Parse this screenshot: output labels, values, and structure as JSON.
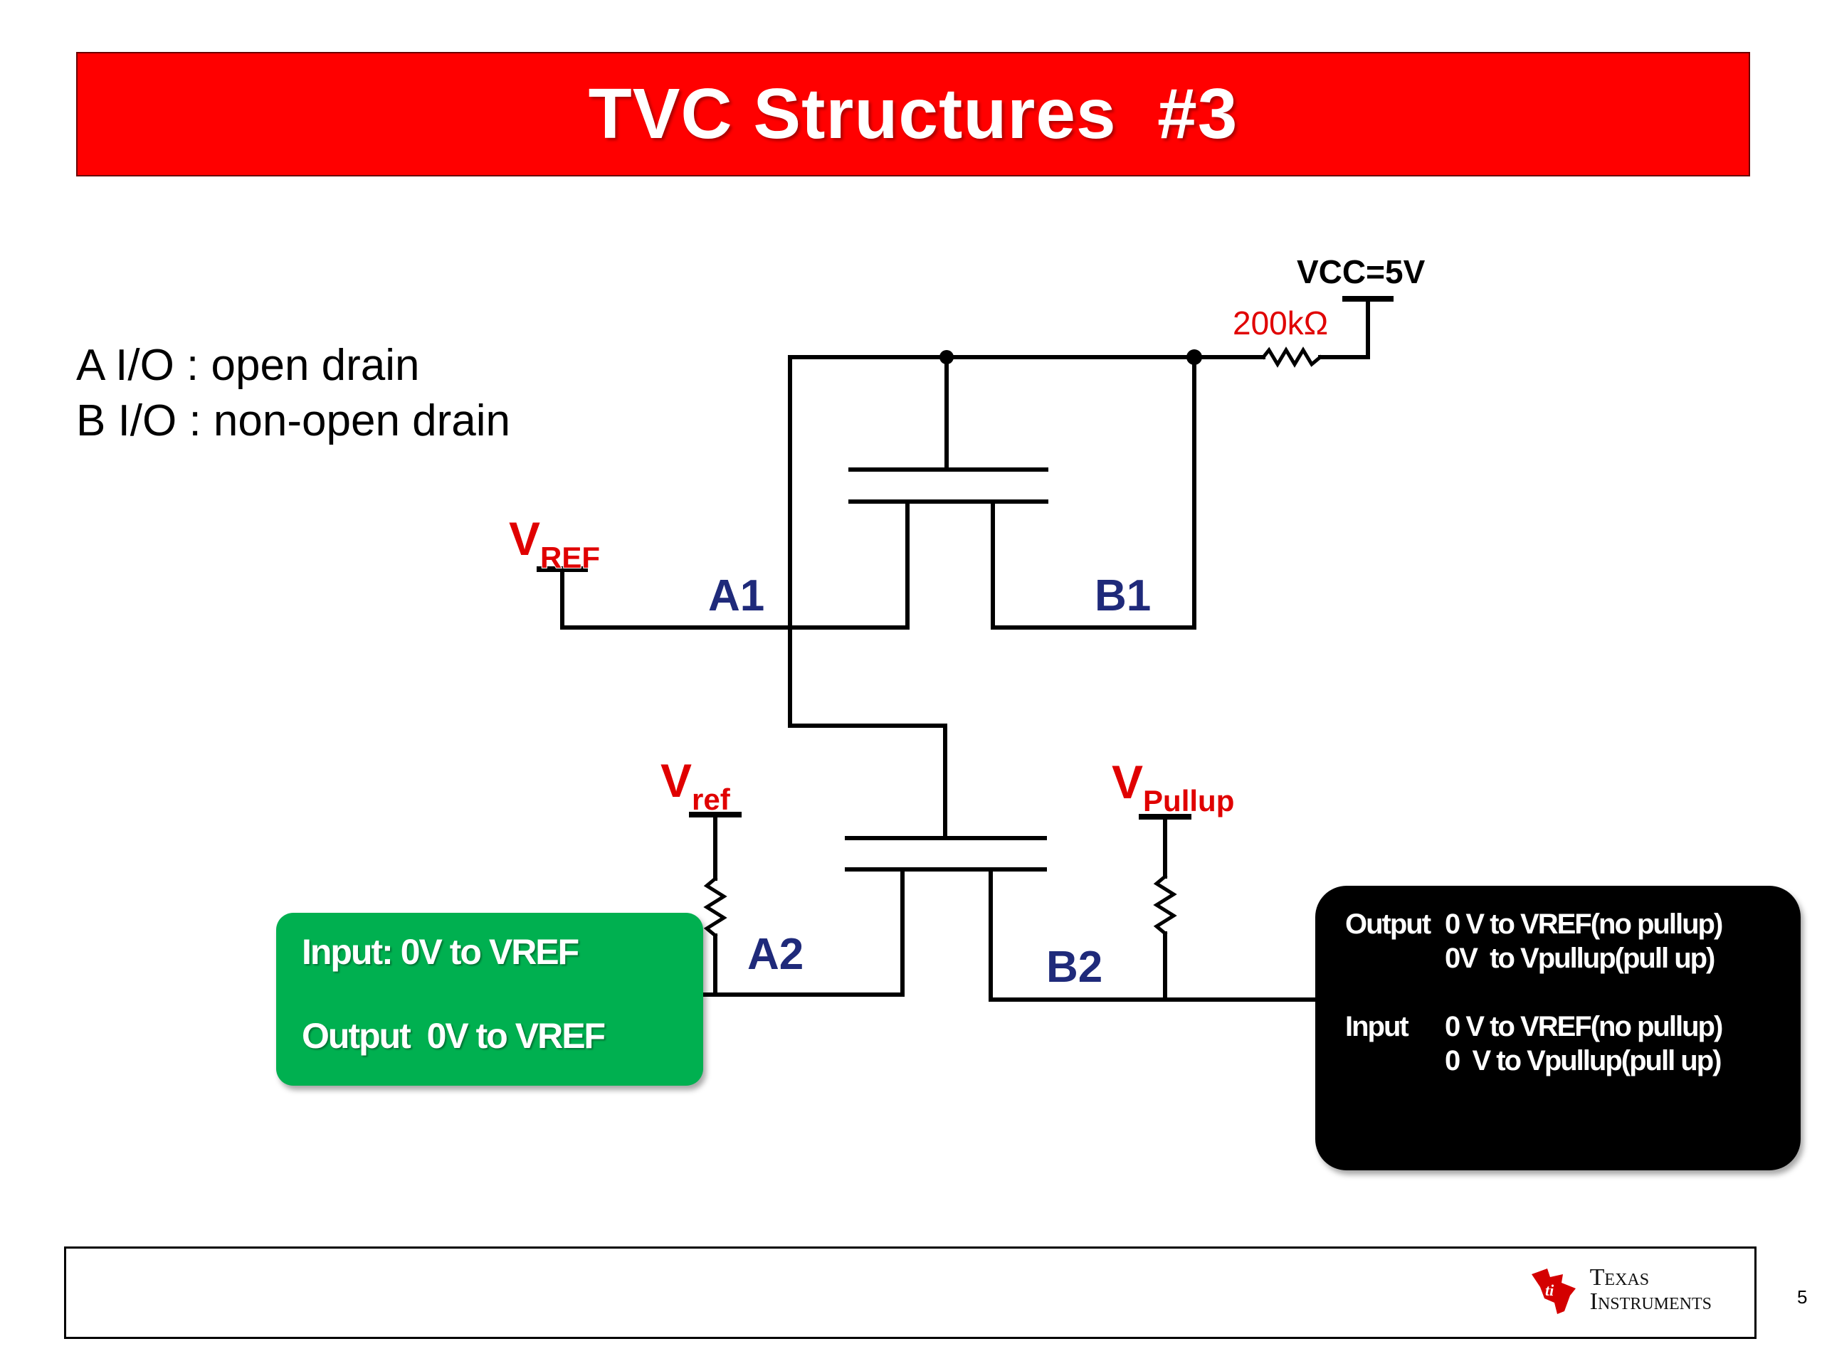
{
  "title": "TVC Structures  #3",
  "notes": [
    "A I/O : open drain",
    "B I/O : non-open drain"
  ],
  "labels": {
    "vcc": "VCC=5V",
    "resistor": "200kΩ",
    "vref_main": "V",
    "vref_sub": "REF",
    "vref2_main": "V",
    "vref2_sub": "ref",
    "vpullup_main": "V",
    "vpullup_sub": "Pullup",
    "a1": "A1",
    "b1": "B1",
    "a2": "A2",
    "b2": "B2"
  },
  "green_box": {
    "input": "Input: 0V to VREF",
    "output": "Output  0V to VREF"
  },
  "black_box": {
    "output_label": "Output",
    "output_lines": [
      "0 V to VREF(no pullup)",
      "0V  to Vpullup(pull up)"
    ],
    "input_label": "Input",
    "input_lines": [
      "0 V to VREF(no pullup)",
      "0  V to Vpullup(pull up)"
    ]
  },
  "logo": {
    "line1": "Texas",
    "line2": "Instruments"
  },
  "page_number": "5",
  "colors": {
    "title_bar": "#ff0000",
    "label_red": "#e00000",
    "node_label": "#1f2a7a",
    "green_box": "#00b050",
    "black_box": "#000000"
  }
}
